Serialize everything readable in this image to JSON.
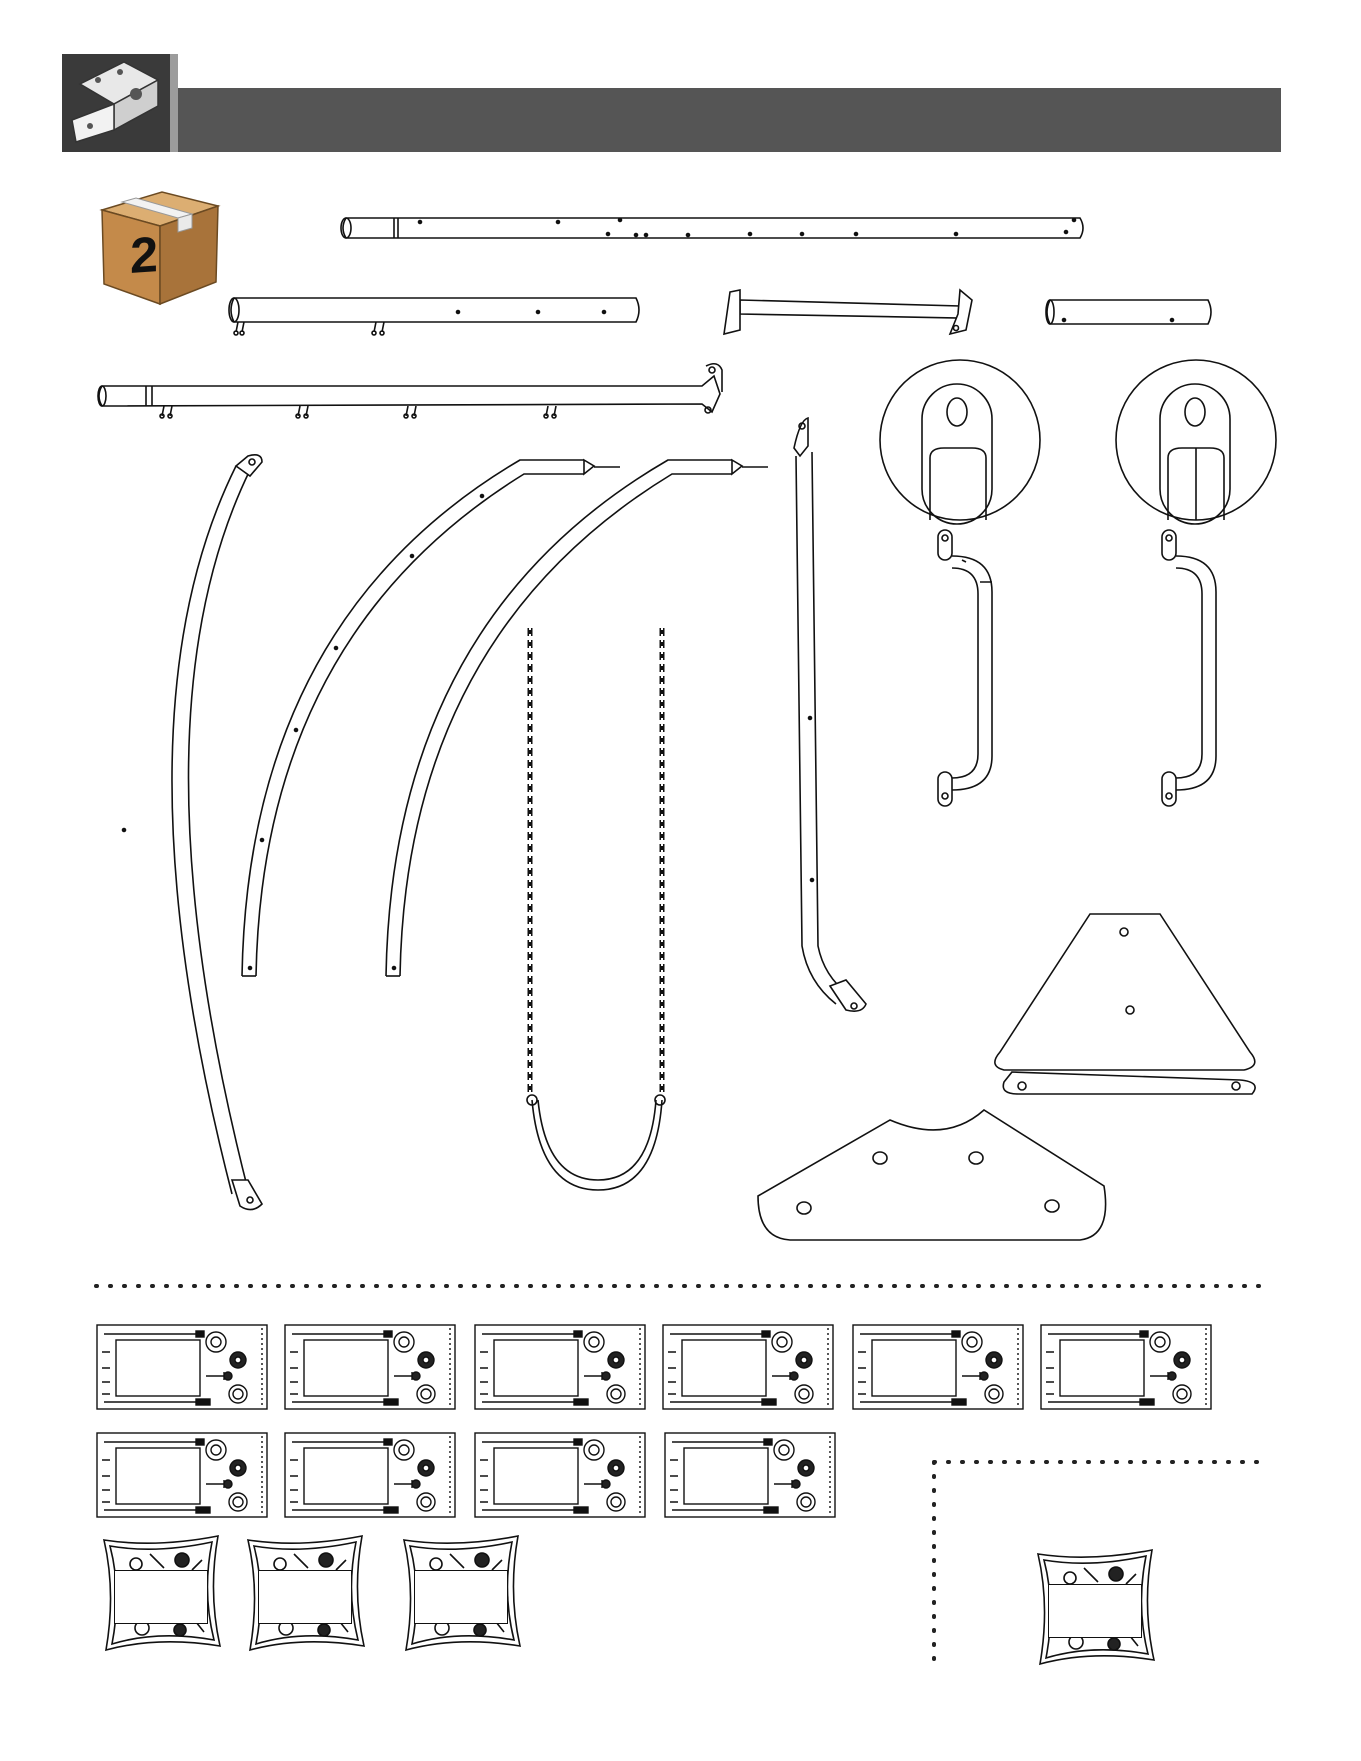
{
  "header": {
    "step_icon": "bracket-icon",
    "bar_color": "#555555"
  },
  "box": {
    "number": "2",
    "icon": "cardboard-box-icon",
    "color": "#c48a4a"
  },
  "parts": [
    "long-beam",
    "short-beam",
    "crossbar-bracket",
    "short-tube",
    "hook-beam",
    "curved-leg",
    "arched-leg-left",
    "arched-leg-right",
    "swing-chain-left",
    "swing-chain-right",
    "swing-seat-belt",
    "support-leg",
    "detail-callout-left",
    "detail-callout-right",
    "handle-left",
    "handle-right",
    "triangle-bracket",
    "plate-bracket"
  ],
  "hardware_cards_count": 10,
  "hardware_bags_count": 3,
  "extra_bag_count": 1
}
